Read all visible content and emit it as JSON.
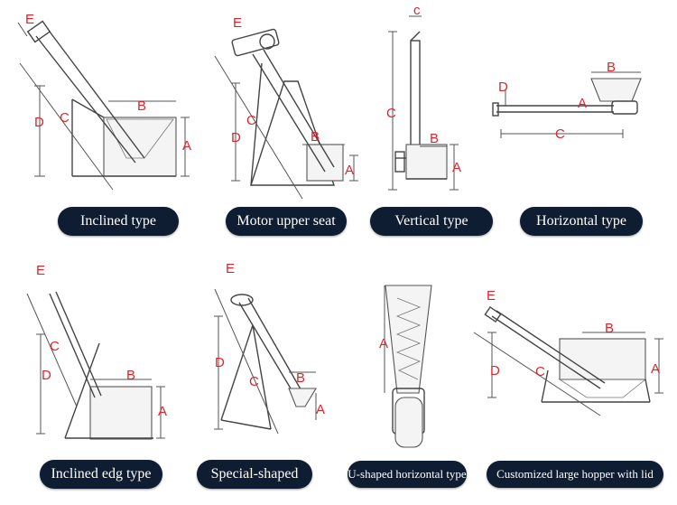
{
  "labels_color": "#e0242a",
  "pill_color": "#0f1d33",
  "items": [
    {
      "caption": "Inclined type",
      "dims": {
        "e": "E",
        "b": "B",
        "c": "C",
        "d": "D",
        "a": "A"
      }
    },
    {
      "caption": "Motor upper seat",
      "dims": {
        "e": "E",
        "b": "B",
        "c": "C",
        "d": "D",
        "a": "A"
      }
    },
    {
      "caption": "Vertical type",
      "dims": {
        "c_top": "c",
        "c": "C",
        "b": "B",
        "a": "A"
      }
    },
    {
      "caption": "Horizontal type",
      "dims": {
        "b": "B",
        "d": "D",
        "a": "A",
        "c": "C"
      }
    },
    {
      "caption": "Inclined edg type",
      "dims": {
        "e": "E",
        "c": "C",
        "d": "D",
        "b": "B",
        "a": "A"
      }
    },
    {
      "caption": "Special-shaped",
      "dims": {
        "e": "E",
        "d": "D",
        "c": "C",
        "b": "B",
        "a": "A"
      }
    },
    {
      "caption": "U-shaped horizontal type",
      "dims": {
        "a": "A"
      }
    },
    {
      "caption": "Customized large hopper with lid",
      "dims": {
        "e": "E",
        "b": "B",
        "d": "D",
        "c": "C",
        "a": "A"
      }
    }
  ]
}
